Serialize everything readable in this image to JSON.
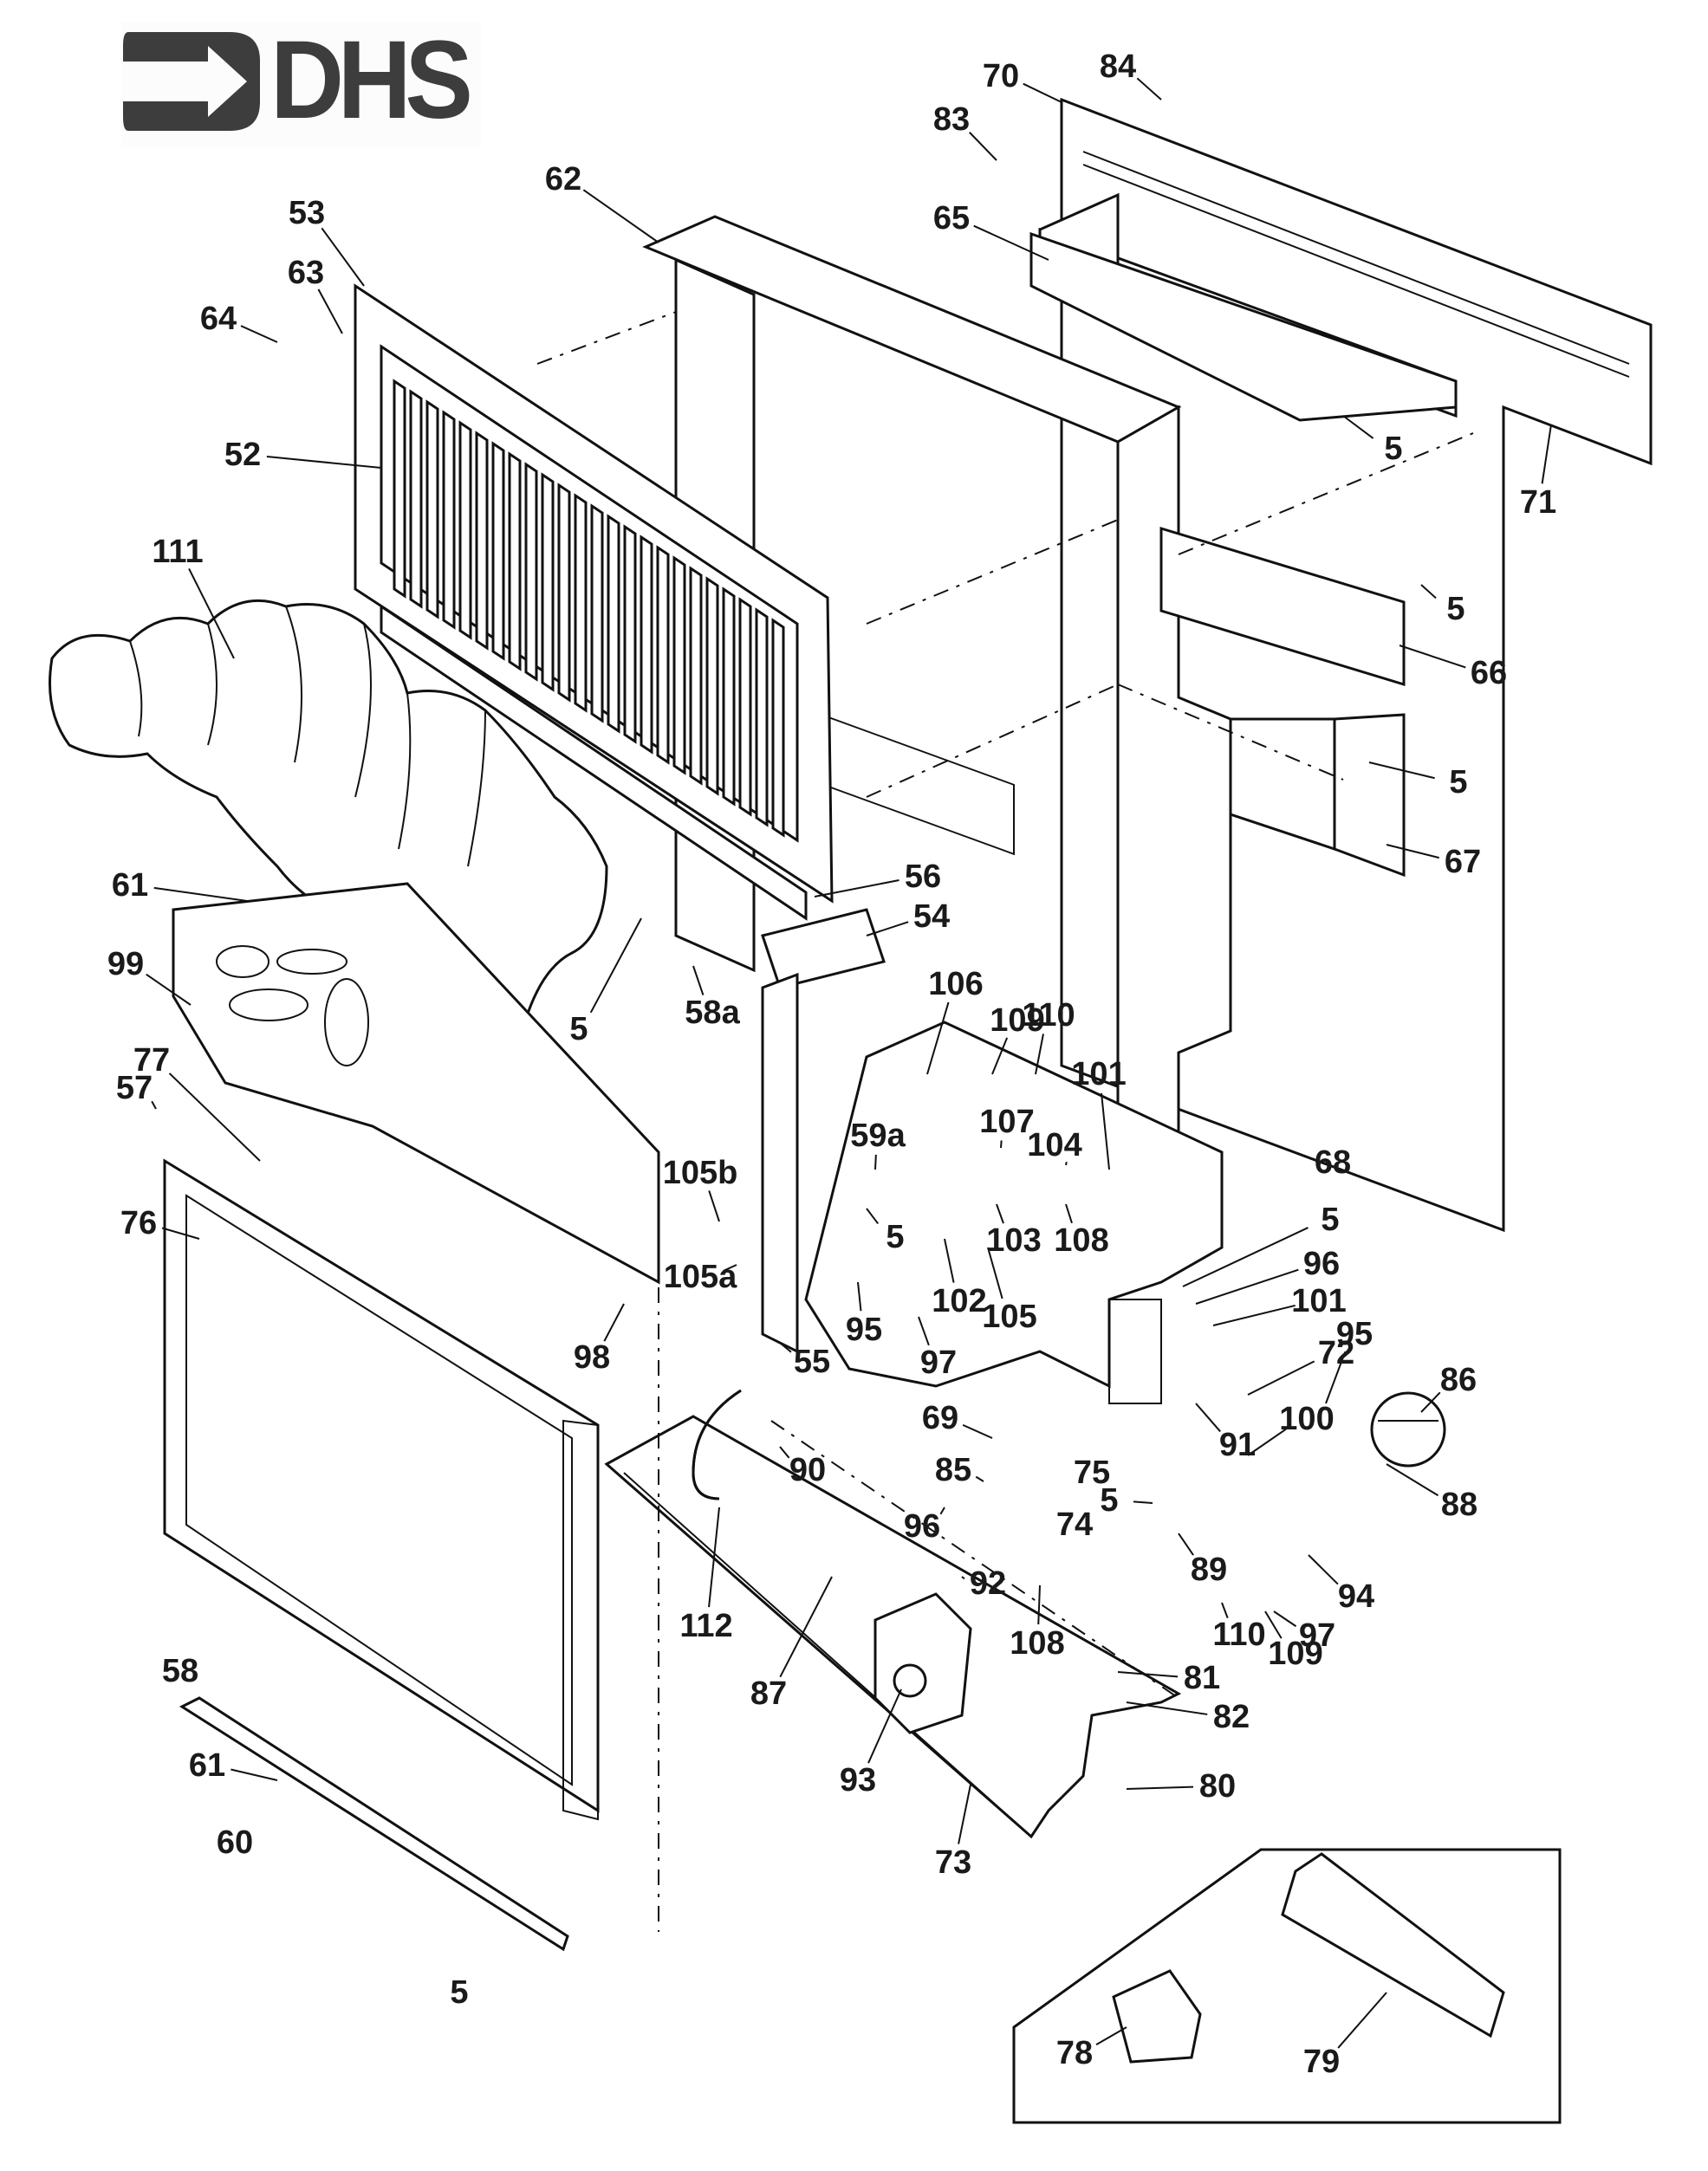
{
  "brand": {
    "logo_text": "DHS",
    "logo_icon": "arrow-right-icon",
    "logo_color": "#3d3d3d"
  },
  "diagram": {
    "type": "exploded-parts-diagram",
    "labels": [
      {
        "id": "70",
        "text": "70"
      },
      {
        "id": "84",
        "text": "84"
      },
      {
        "id": "83",
        "text": "83"
      },
      {
        "id": "62",
        "text": "62"
      },
      {
        "id": "65",
        "text": "65"
      },
      {
        "id": "53",
        "text": "53"
      },
      {
        "id": "63",
        "text": "63"
      },
      {
        "id": "64",
        "text": "64"
      },
      {
        "id": "52",
        "text": "52"
      },
      {
        "id": "5a",
        "text": "5"
      },
      {
        "id": "71",
        "text": "71"
      },
      {
        "id": "111",
        "text": "111"
      },
      {
        "id": "5b",
        "text": "5"
      },
      {
        "id": "66",
        "text": "66"
      },
      {
        "id": "5c",
        "text": "5"
      },
      {
        "id": "67",
        "text": "67"
      },
      {
        "id": "56",
        "text": "56"
      },
      {
        "id": "54",
        "text": "54"
      },
      {
        "id": "61a",
        "text": "61"
      },
      {
        "id": "99",
        "text": "99"
      },
      {
        "id": "5d",
        "text": "5"
      },
      {
        "id": "58a",
        "text": "58a"
      },
      {
        "id": "106",
        "text": "106"
      },
      {
        "id": "109a",
        "text": "109"
      },
      {
        "id": "110a",
        "text": "110"
      },
      {
        "id": "101a",
        "text": "101"
      },
      {
        "id": "77",
        "text": "77"
      },
      {
        "id": "57",
        "text": "57"
      },
      {
        "id": "107",
        "text": "107"
      },
      {
        "id": "104",
        "text": "104"
      },
      {
        "id": "68",
        "text": "68"
      },
      {
        "id": "59a",
        "text": "59a"
      },
      {
        "id": "105b",
        "text": "105b"
      },
      {
        "id": "76",
        "text": "76"
      },
      {
        "id": "5e",
        "text": "5"
      },
      {
        "id": "103",
        "text": "103"
      },
      {
        "id": "108a",
        "text": "108"
      },
      {
        "id": "5f",
        "text": "5"
      },
      {
        "id": "96a",
        "text": "96"
      },
      {
        "id": "105a",
        "text": "105a"
      },
      {
        "id": "101b",
        "text": "101"
      },
      {
        "id": "102",
        "text": "102"
      },
      {
        "id": "95a",
        "text": "95"
      },
      {
        "id": "105",
        "text": "105"
      },
      {
        "id": "98",
        "text": "98"
      },
      {
        "id": "97a",
        "text": "97"
      },
      {
        "id": "95b",
        "text": "95"
      },
      {
        "id": "72",
        "text": "72"
      },
      {
        "id": "86",
        "text": "86"
      },
      {
        "id": "55",
        "text": "55"
      },
      {
        "id": "69",
        "text": "69"
      },
      {
        "id": "100",
        "text": "100"
      },
      {
        "id": "91",
        "text": "91"
      },
      {
        "id": "90",
        "text": "90"
      },
      {
        "id": "85",
        "text": "85"
      },
      {
        "id": "75",
        "text": "75"
      },
      {
        "id": "5g",
        "text": "5"
      },
      {
        "id": "88",
        "text": "88"
      },
      {
        "id": "96b",
        "text": "96"
      },
      {
        "id": "74",
        "text": "74"
      },
      {
        "id": "89",
        "text": "89"
      },
      {
        "id": "92",
        "text": "92"
      },
      {
        "id": "94",
        "text": "94"
      },
      {
        "id": "112",
        "text": "112"
      },
      {
        "id": "108b",
        "text": "108"
      },
      {
        "id": "110b",
        "text": "110"
      },
      {
        "id": "97b",
        "text": "97"
      },
      {
        "id": "109b",
        "text": "109"
      },
      {
        "id": "58",
        "text": "58"
      },
      {
        "id": "87",
        "text": "87"
      },
      {
        "id": "81",
        "text": "81"
      },
      {
        "id": "82",
        "text": "82"
      },
      {
        "id": "61b",
        "text": "61"
      },
      {
        "id": "93",
        "text": "93"
      },
      {
        "id": "80",
        "text": "80"
      },
      {
        "id": "60",
        "text": "60"
      },
      {
        "id": "73",
        "text": "73"
      },
      {
        "id": "5h",
        "text": "5"
      },
      {
        "id": "78",
        "text": "78"
      },
      {
        "id": "79",
        "text": "79"
      }
    ]
  }
}
